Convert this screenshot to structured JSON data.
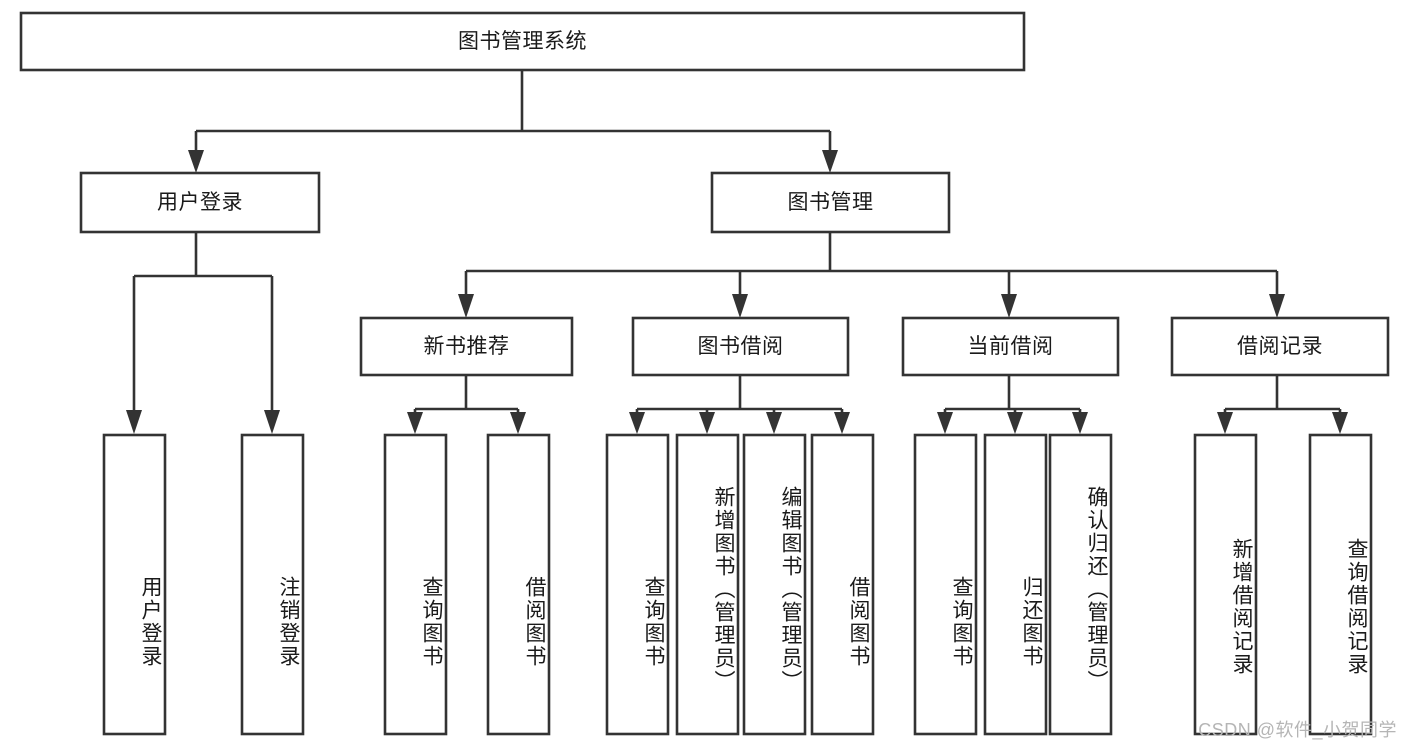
{
  "diagram": {
    "title": "图书管理系统",
    "type": "tree-hierarchy-chart",
    "background_color": "#ffffff",
    "line_color": "#333333",
    "text_color": "#1a1a1a"
  },
  "nodes": {
    "root": {
      "label": "图书管理系统",
      "orientation": "horizontal"
    },
    "level2": [
      {
        "label": "用户登录",
        "orientation": "horizontal"
      },
      {
        "label": "图书管理",
        "orientation": "horizontal"
      }
    ],
    "level3": [
      {
        "label": "新书推荐",
        "orientation": "horizontal"
      },
      {
        "label": "图书借阅",
        "orientation": "horizontal"
      },
      {
        "label": "当前借阅",
        "orientation": "horizontal"
      },
      {
        "label": "借阅记录",
        "orientation": "horizontal"
      }
    ],
    "leaves": {
      "user_login": [
        {
          "label": "用户登录",
          "orientation": "vertical"
        },
        {
          "label": "注销登录",
          "orientation": "vertical"
        }
      ],
      "new_book_recommend": [
        {
          "label": "查询图书",
          "orientation": "vertical"
        },
        {
          "label": "借阅图书",
          "orientation": "vertical"
        }
      ],
      "book_borrow": [
        {
          "label": "查询图书",
          "orientation": "vertical"
        },
        {
          "label": "新增图书（管理员）",
          "orientation": "vertical"
        },
        {
          "label": "编辑图书（管理员）",
          "orientation": "vertical"
        },
        {
          "label": "借阅图书",
          "orientation": "vertical"
        }
      ],
      "current_borrow": [
        {
          "label": "查询图书",
          "orientation": "vertical"
        },
        {
          "label": "归还图书",
          "orientation": "vertical"
        },
        {
          "label": "确认归还（管理员）",
          "orientation": "vertical"
        }
      ],
      "borrow_record": [
        {
          "label": "新增借阅记录",
          "orientation": "vertical"
        },
        {
          "label": "查询借阅记录",
          "orientation": "vertical"
        }
      ]
    }
  },
  "watermark": {
    "text": "CSDN @软件_小贺同学"
  }
}
